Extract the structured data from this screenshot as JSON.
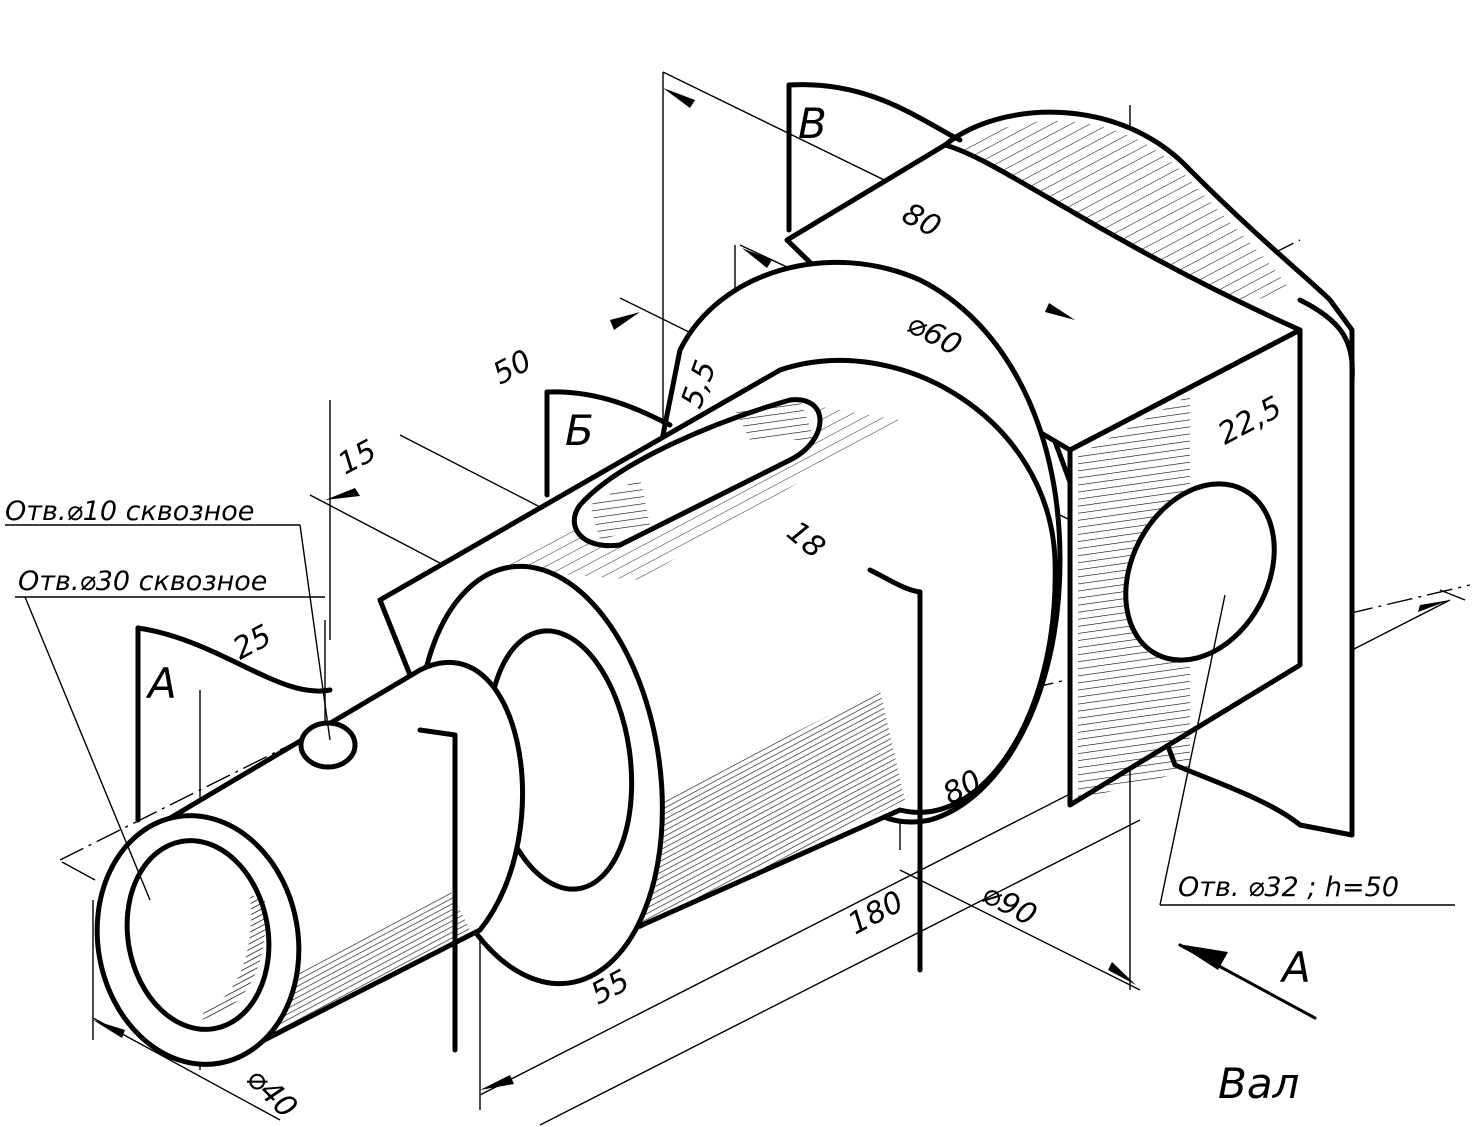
{
  "title": "Вал",
  "view_arrow_label": "А",
  "section_labels": {
    "a": "А",
    "b": "Б",
    "v": "В"
  },
  "notes": {
    "hole_10": "Отв.⌀10 сквозное",
    "hole_30": "Отв.⌀30 сквозное",
    "hole_32": "Отв. ⌀32 ; h=50"
  },
  "dimensions": {
    "d80_top": "80",
    "d60": "⌀60",
    "d50": "50",
    "d15": "15",
    "d5_5": "5,5",
    "d18": "18",
    "d25": "25",
    "d22_5": "22,5",
    "d80_bottom": "80",
    "d180": "180",
    "d90": "⌀90",
    "d55": "55",
    "d40": "⌀40"
  }
}
